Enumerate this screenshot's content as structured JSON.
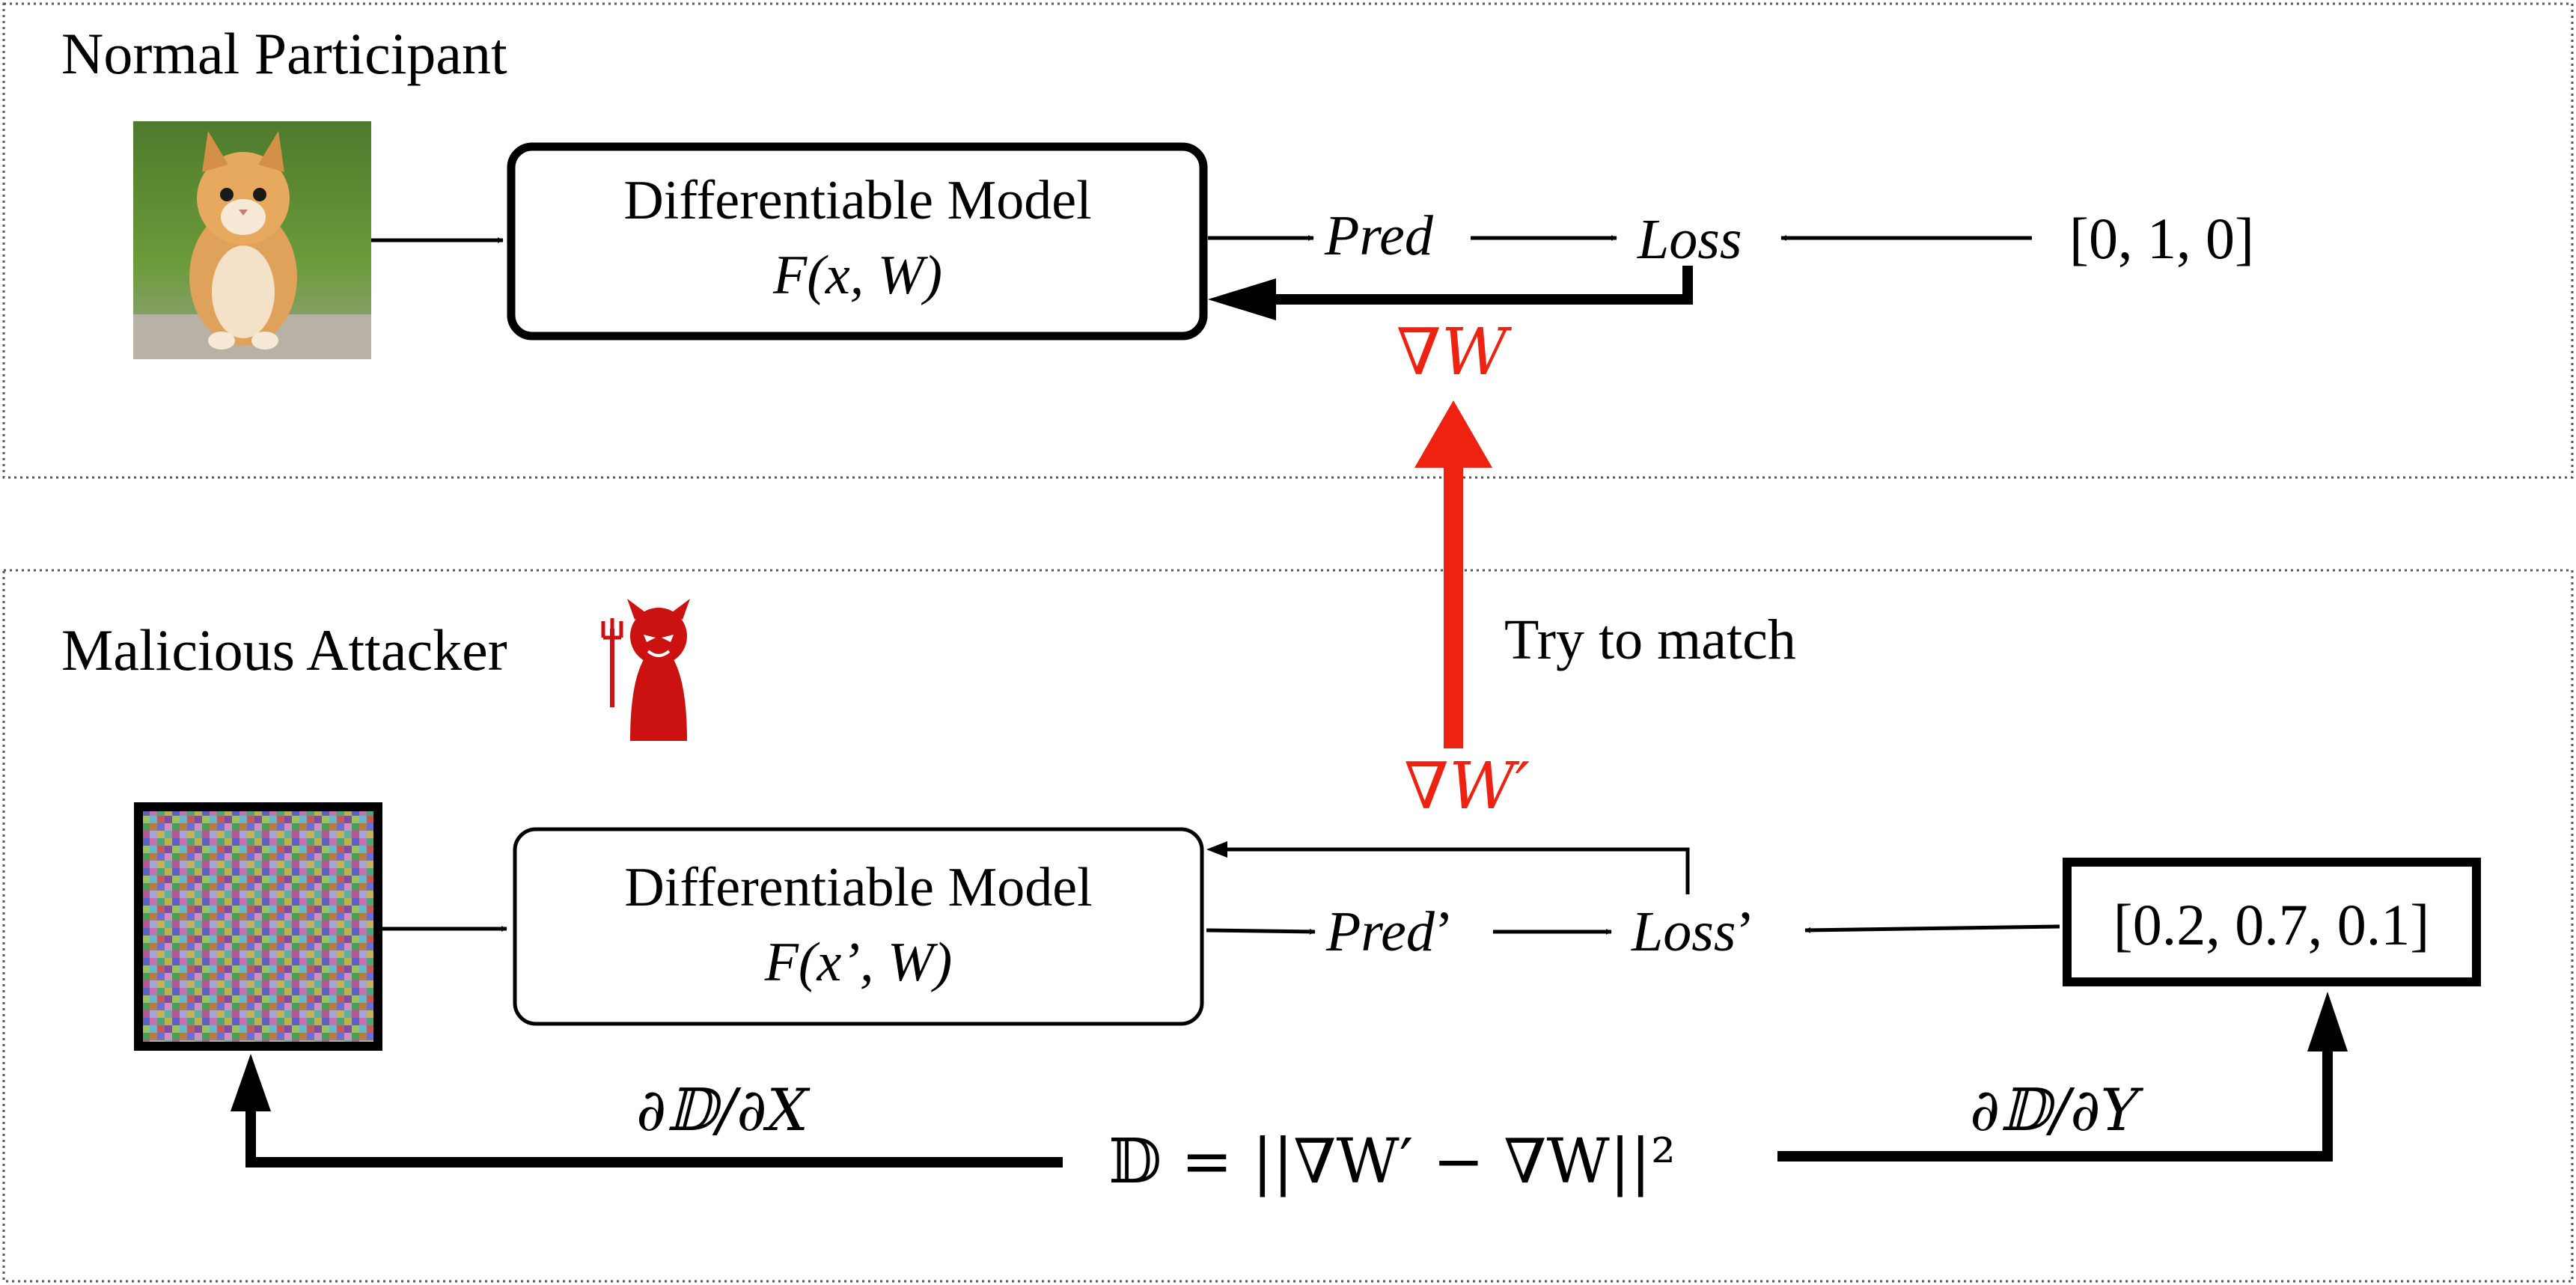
{
  "normal_panel": {
    "title": "Normal Participant",
    "model_label": "Differentiable Model",
    "model_formula": "F(x, W)",
    "pred": "Pred",
    "loss": "Loss",
    "label_vector": "[0, 1, 0]",
    "gradient": "∇W"
  },
  "attacker_panel": {
    "title": "Malicious Attacker",
    "model_label": "Differentiable Model",
    "model_formula": "F(x’, W)",
    "pred_main": "Pred",
    "pred_suffix": "’",
    "loss_main": "Loss",
    "loss_suffix": "’",
    "label_vector": "[0.2, 0.7, 0.1]",
    "gradient": "∇W′",
    "distance_formula": "𝔻 = ||∇W′ − ∇W||²",
    "grad_x": "∂𝔻/∂X",
    "grad_y": "∂𝔻/∂Y"
  },
  "match_label": "Try to match",
  "colors": {
    "accent_red": "#ee2211",
    "devil_red": "#cc1111",
    "black": "#000000",
    "panel_border": "#555555"
  },
  "icons": {
    "cat_image": "kitten-photo",
    "noise_image": "random-noise-image",
    "attacker_icon": "devil-icon"
  }
}
